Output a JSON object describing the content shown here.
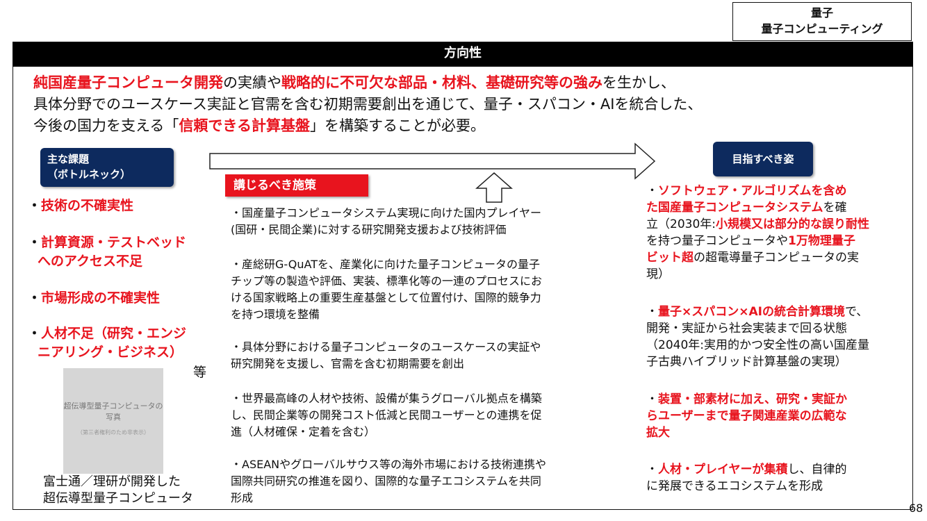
{
  "tag": {
    "line1": "量子",
    "line2": "量子コンピューティング"
  },
  "header": {
    "title": "方向性"
  },
  "intro": {
    "l1_r1": "純国産量子コンピュータ開発",
    "l1_t1": "の実績や",
    "l1_r2": "戦略的に不可欠な部品・材料、基礎研究等の強み",
    "l1_t2": "を生かし、",
    "l2": "具体分野でのユースケース実証と官需を含む初期需要創出を通じて、量子・スパコン・AIを統合した、",
    "l3_t1": "今後の国力を支える「",
    "l3_r1": "信頼できる計算基盤",
    "l3_t2": "」を構築することが必要。"
  },
  "issues": {
    "heading_l1": "主な課題",
    "heading_l2": "（ボトルネック）",
    "items": [
      {
        "l1": "技術の不確実性",
        "l2": ""
      },
      {
        "l1": "計算資源・テストベッド",
        "l2": "へのアクセス不足"
      },
      {
        "l1": "市場形成の不確実性",
        "l2": ""
      },
      {
        "l1": "人材不足（研究・エンジ",
        "l2": "ニアリング・ビジネス）"
      }
    ],
    "etc": "等",
    "photo_caption": "超伝導型量子コンピュータの写真",
    "photo_note": "（第三者権利のため非表示）",
    "caption_l1": "富士通／理研が開発した",
    "caption_l2": "超伝導型量子コンピュータ"
  },
  "measures": {
    "heading": "講じるべき施策",
    "items": [
      {
        "lines": [
          "・国産量子コンピュータシステム実現に向けた国内プレイヤー",
          "(国研・民間企業)に対する研究開発支援および技術評価"
        ]
      },
      {
        "lines": [
          "・産総研G-QuATを、産業化に向けた量子コンピュータの量子",
          "チップ等の製造や評価、実装、標準化等の一連のプロセスにお",
          "ける国家戦略上の重要生産基盤として位置付け、国際的競争力",
          "を持つ環境を整備"
        ]
      },
      {
        "lines": [
          "・具体分野における量子コンピュータのユースケースの実証や",
          "研究開発を支援し、官需を含む初期需要を創出"
        ]
      },
      {
        "lines": [
          "・世界最高峰の人材や技術、設備が集うグローバル拠点を構築",
          "し、民間企業等の開発コスト低減と民間ユーザーとの連携を促",
          "進（人材確保・定着を含む）"
        ]
      },
      {
        "lines": [
          "・ASEANやグローバルサウス等の海外市場における技術連携や",
          "国際共同研究の推進を図り、国際的な量子エコシステムを共同",
          "形成"
        ]
      }
    ]
  },
  "goals": {
    "heading": "目指すべき姿",
    "g1": {
      "bullet": "・",
      "r1": "ソフトウェア・アルゴリズムを含め",
      "r2": "た国産量子コンピュータシステム",
      "t1": "を確",
      "t2": "立（2030年:",
      "r3": "小規模又は部分的な誤り耐性",
      "t3": "を持つ量子コンピュータや",
      "r4": "1万物理量子",
      "r5": "ビット超",
      "t4": "の超電導量子コンピュータの実",
      "t5": "現）"
    },
    "g2": {
      "bullet": "・",
      "r1": "量子×スパコン×AIの統合計算環境",
      "t1": "で、",
      "t2": "開発・実証から社会実装まで回る状態",
      "t3": "（2040年:実用的かつ安全性の高い国産量",
      "t4": "子古典ハイブリッド計算基盤の実現）"
    },
    "g3": {
      "bullet": "・",
      "r1": "装置・部素材に加え、研究・実証か",
      "r2": "らユーザーまで量子関連産業の広範な",
      "r3": "拡大"
    },
    "g4": {
      "bullet": "・",
      "r1": "人材・プレイヤーが集積",
      "t1": "し、自律的",
      "t2": "に発展できるエコシステムを形成"
    }
  },
  "page_number": "68"
}
